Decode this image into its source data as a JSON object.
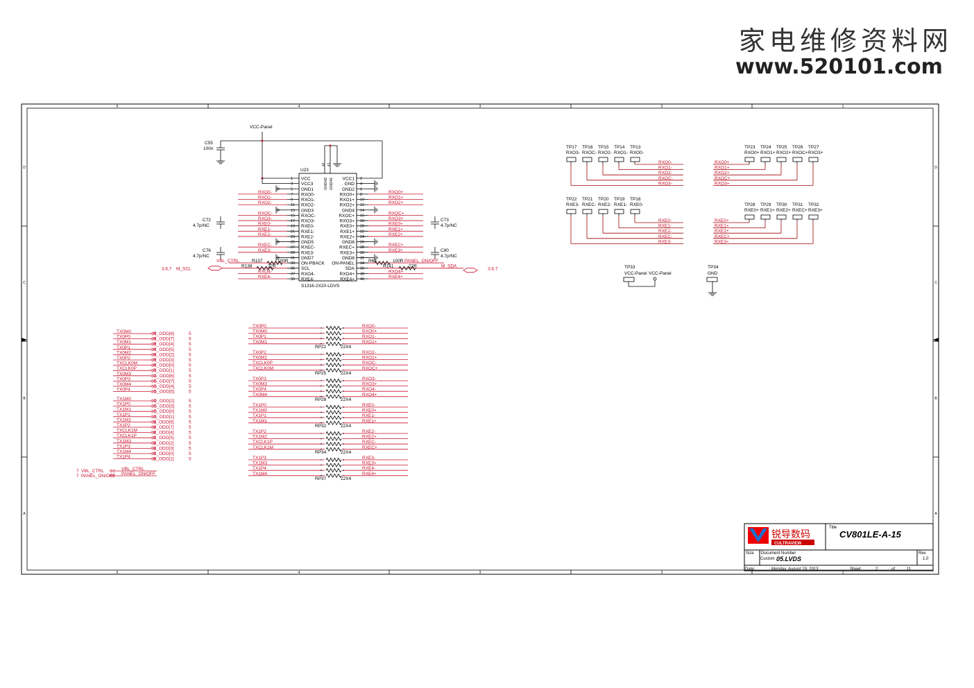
{
  "watermark": {
    "chinese": "家电维修资料网",
    "url": "www.520101.com"
  },
  "frame": {
    "columns": [
      "5",
      "4",
      "3",
      "2",
      "1"
    ],
    "rows": [
      "D",
      "C",
      "B",
      "A"
    ]
  },
  "title_block": {
    "logo_cn": "锐导数码",
    "logo_en": "CULTRAVIEW",
    "title_label": "Title",
    "title": "CV801LE-A-15",
    "size_label": "Size",
    "size_value": "Custom",
    "doc_label": "Document Number",
    "doc_number": "05.LVDS",
    "rev_label": "Rev",
    "rev": "1.0",
    "date_label": "Date:",
    "date": "Monday, August 19, 2013",
    "sheet_label": "Sheet",
    "sheet": "2",
    "of_label": "of",
    "sheet_total": "11"
  },
  "connector": {
    "ref": "U23",
    "part": "S1316-2X20-LDVS",
    "net_vcc": "VCC-Panel",
    "top_pins": [
      "42",
      "41"
    ],
    "top_names": [
      "GND42",
      "GND41"
    ],
    "left_pins": [
      {
        "n": "1",
        "name": "VCC",
        "net": ""
      },
      {
        "n": "3",
        "name": "VCC3",
        "net": ""
      },
      {
        "n": "5",
        "name": "GND1",
        "net": ""
      },
      {
        "n": "7",
        "name": "RXO0-",
        "net": "RXO0-"
      },
      {
        "n": "9",
        "name": "RXO1-",
        "net": "RXO1-"
      },
      {
        "n": "11",
        "name": "RXO2-",
        "net": "RXO2-"
      },
      {
        "n": "13",
        "name": "GND3",
        "net": ""
      },
      {
        "n": "15",
        "name": "RXOC-",
        "net": "RXOC-"
      },
      {
        "n": "17",
        "name": "RXO3-",
        "net": "RXO3-"
      },
      {
        "n": "19",
        "name": "RXE0-",
        "net": "RXE0-"
      },
      {
        "n": "21",
        "name": "RXE1-",
        "net": "RXE1-"
      },
      {
        "n": "23",
        "name": "RXE2-",
        "net": "RXE2-"
      },
      {
        "n": "25",
        "name": "GND5",
        "net": ""
      },
      {
        "n": "27",
        "name": "RXEC-",
        "net": "RXEC-"
      },
      {
        "n": "29",
        "name": "RXE3-",
        "net": "RXE3-"
      },
      {
        "n": "31",
        "name": "GND7",
        "net": ""
      },
      {
        "n": "33",
        "name": "ON-PBACK",
        "net": ""
      },
      {
        "n": "35",
        "name": "SCL",
        "net": ""
      },
      {
        "n": "37",
        "name": "RXO4-",
        "net": "RXO4-"
      },
      {
        "n": "39",
        "name": "RXE4-",
        "net": "RXE4-"
      }
    ],
    "right_pins": [
      {
        "n": "2",
        "name": "VCC1",
        "net": ""
      },
      {
        "n": "4",
        "name": "GND",
        "net": ""
      },
      {
        "n": "6",
        "name": "GND2",
        "net": ""
      },
      {
        "n": "8",
        "name": "RXO0+",
        "net": "RXO0+"
      },
      {
        "n": "10",
        "name": "RXO1+",
        "net": "RXO1+"
      },
      {
        "n": "12",
        "name": "RXO2+",
        "net": "RXO2+"
      },
      {
        "n": "14",
        "name": "GND4",
        "net": ""
      },
      {
        "n": "16",
        "name": "RXOC+",
        "net": "RXOC+"
      },
      {
        "n": "18",
        "name": "RXO3+",
        "net": "RXO3+"
      },
      {
        "n": "20",
        "name": "RXE0+",
        "net": "RXE0+"
      },
      {
        "n": "22",
        "name": "RXE1+",
        "net": "RXE1+"
      },
      {
        "n": "24",
        "name": "RXE2+",
        "net": "RXE2+"
      },
      {
        "n": "26",
        "name": "GND6",
        "net": ""
      },
      {
        "n": "28",
        "name": "RXEC+",
        "net": "RXEC+"
      },
      {
        "n": "30",
        "name": "RXE3+",
        "net": "RXE3+"
      },
      {
        "n": "32",
        "name": "GND8",
        "net": ""
      },
      {
        "n": "34",
        "name": "ON-PANEL",
        "net": "PANEL_ON/OFF"
      },
      {
        "n": "36",
        "name": "SDA",
        "net": ""
      },
      {
        "n": "38",
        "name": "RXO4+",
        "net": "RXO4+"
      },
      {
        "n": "40",
        "name": "RXE4+",
        "net": "RXE4+"
      }
    ],
    "caps": [
      {
        "ref": "C55",
        "val": "100n"
      },
      {
        "ref": "C72",
        "val": "4.7p/NC"
      },
      {
        "ref": "C76",
        "val": "4.7p/NC"
      },
      {
        "ref": "C73",
        "val": "4.7p/NC"
      },
      {
        "ref": "C80",
        "val": "4.7p/NC"
      }
    ],
    "resistors": [
      {
        "ref": "R137",
        "val": "100R"
      },
      {
        "ref": "R138",
        "val": "22R"
      },
      {
        "ref": "R65",
        "val": "100R"
      },
      {
        "ref": "R141",
        "val": "22R"
      }
    ],
    "vbl_net": "VBL_CTRL",
    "m_scl": "M_SCL",
    "m_sda": "M_SDA",
    "port_ref": "3,6,7"
  },
  "test_points": {
    "row1_refs": [
      "TP17",
      "TP16",
      "TP15",
      "TP14",
      "TP13"
    ],
    "row1_nets": [
      "RXO3-",
      "RXOC-",
      "RXO2-",
      "RXO1-",
      "RXO0-"
    ],
    "row2_refs": [
      "TP22",
      "TP21",
      "TP20",
      "TP19",
      "TP18"
    ],
    "row2_nets": [
      "RXE3-",
      "RXEC-",
      "RXE2-",
      "RXE1-",
      "RXE0-"
    ],
    "row3_refs": [
      "TP23",
      "TP24",
      "TP25",
      "TP26",
      "TP27"
    ],
    "row3_nets": [
      "RXO0+",
      "RXO1+",
      "RXO2+",
      "RXOC+",
      "RXO3+"
    ],
    "row4_refs": [
      "TP28",
      "TP29",
      "TP30",
      "TP31",
      "TP32"
    ],
    "row4_nets": [
      "RXE0+",
      "RXE1+",
      "RXE2+",
      "RXEC+",
      "RXE3+"
    ],
    "fan1_labels": [
      "RXO0-",
      "RXO1-",
      "RXO2-",
      "RXOC-",
      "RXO3-"
    ],
    "fan2_labels": [
      "RXE0-",
      "RXE1-",
      "RXE2-",
      "RXEC-",
      "RXE3-"
    ],
    "fan3_labels": [
      "RXO0+",
      "RXO1+",
      "RXO2+",
      "RXOC+",
      "RXO3+"
    ],
    "fan4_labels": [
      "RXE0+",
      "RXE1+",
      "RXE2+",
      "RXEC+",
      "RXE3+"
    ],
    "tp33_ref": "TP33",
    "tp33_net": "VCC-Panel",
    "tp33_label": "VCC-Panel",
    "tp34_ref": "TP34",
    "tp34_net": "GND"
  },
  "odd_even_map": {
    "group1": [
      {
        "sig": "TX0M0",
        "port": "R_ODD[6]",
        "sheet": "5"
      },
      {
        "sig": "TX0P0",
        "port": "R_ODD[7]",
        "sheet": "5"
      },
      {
        "sig": "TX0M1",
        "port": "R_ODD[4]",
        "sheet": "5"
      },
      {
        "sig": "TX0P1",
        "port": "R_ODD[5]",
        "sheet": "5"
      },
      {
        "sig": "TX0M2",
        "port": "R_ODD[2]",
        "sheet": "5"
      },
      {
        "sig": "TX0P2",
        "port": "R_ODD[3]",
        "sheet": "5"
      },
      {
        "sig": "TXCLK0M",
        "port": "R_ODD[0]",
        "sheet": "5"
      },
      {
        "sig": "TXCLK0P",
        "port": "R_ODD[1]",
        "sheet": "5"
      },
      {
        "sig": "TX0M3",
        "port": "G_ODD[6]",
        "sheet": "5"
      },
      {
        "sig": "TX0P3",
        "port": "G_ODD[7]",
        "sheet": "5"
      },
      {
        "sig": "TX0M4",
        "port": "G_ODD[4]",
        "sheet": "5"
      },
      {
        "sig": "TX0P4",
        "port": "G_ODD[5]",
        "sheet": "5"
      }
    ],
    "group2": [
      {
        "sig": "TX1M0",
        "port": "G_ODD[2]",
        "sheet": "5"
      },
      {
        "sig": "TX1P0",
        "port": "G_ODD[3]",
        "sheet": "5"
      },
      {
        "sig": "TX1M1",
        "port": "G_ODD[0]",
        "sheet": "5"
      },
      {
        "sig": "TX1P1",
        "port": "G_ODD[1]",
        "sheet": "5"
      },
      {
        "sig": "TX1M2",
        "port": "B_ODD[6]",
        "sheet": "5"
      },
      {
        "sig": "TX1P2",
        "port": "B_ODD[7]",
        "sheet": "5"
      },
      {
        "sig": "TXCLK1M",
        "port": "B_ODD[4]",
        "sheet": "5"
      },
      {
        "sig": "TXCLK1P",
        "port": "B_ODD[5]",
        "sheet": "5"
      },
      {
        "sig": "TX1M3",
        "port": "B_ODD[2]",
        "sheet": "5"
      },
      {
        "sig": "TX1P3",
        "port": "B_ODD[3]",
        "sheet": "5"
      },
      {
        "sig": "TX1M4",
        "port": "B_ODD[0]",
        "sheet": "5"
      },
      {
        "sig": "TX1P4",
        "port": "B_ODD[1]",
        "sheet": "5"
      }
    ],
    "ctrl": [
      {
        "num": "7",
        "net": "VBL_CTRL",
        "port": "VBL_CTRL"
      },
      {
        "num": "7",
        "net": "PANEL_ON/OFF",
        "port": "PANEL_ON/OFF"
      }
    ]
  },
  "resistor_packs": [
    {
      "ref": "RP22",
      "val": "22X4",
      "in": [
        "TX0P0",
        "TX0M0",
        "TX0P1",
        "TX0M1"
      ],
      "out": [
        "RXO0-",
        "RXO0+",
        "RXO1-",
        "RXO1+"
      ]
    },
    {
      "ref": "RP25",
      "val": "22X4",
      "in": [
        "TX0P2",
        "TX0M2",
        "TXCLK0P",
        "TXCLK0M"
      ],
      "out": [
        "RXO2-",
        "RXO2+",
        "RXOC-",
        "RXOC+"
      ]
    },
    {
      "ref": "RP28",
      "val": "22X4",
      "in": [
        "TX0P3",
        "TX0M3",
        "TX0P4",
        "TX0M4"
      ],
      "out": [
        "RXO3-",
        "RXO3+",
        "RXO4-",
        "RXO4+"
      ]
    },
    {
      "ref": "RP32",
      "val": "22X4",
      "in": [
        "TX1P0",
        "TX1M0",
        "TX1P1",
        "TX1M1"
      ],
      "out": [
        "RXE0-",
        "RXE0+",
        "RXE1-",
        "RXE1+"
      ]
    },
    {
      "ref": "RP34",
      "val": "22X4",
      "in": [
        "TX1P2",
        "TX1M2",
        "TXCLK1P",
        "TXCLK1M"
      ],
      "out": [
        "RXE2-",
        "RXE2+",
        "RXEC-",
        "RXEC+"
      ]
    },
    {
      "ref": "RP37",
      "val": "22X4",
      "in": [
        "TX1P3",
        "TX1M3",
        "TX1P4",
        "TX1M4"
      ],
      "out": [
        "RXE3-",
        "RXE3+",
        "RXE4-",
        "RXE4+"
      ]
    }
  ]
}
